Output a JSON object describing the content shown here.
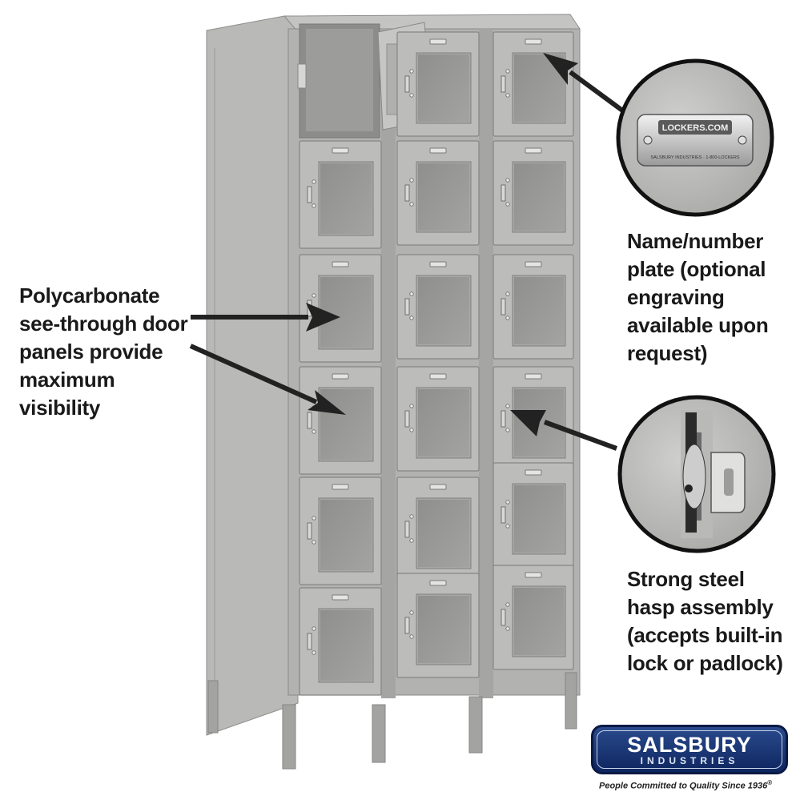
{
  "callouts": {
    "polycarbonate": [
      "Polycarbonate",
      "see-through door",
      "panels provide",
      "maximum",
      "visibility"
    ],
    "nameplate": [
      "Name/number",
      "plate (optional",
      "engraving",
      "available upon",
      "request)"
    ],
    "hasp": [
      "Strong steel",
      "hasp assembly",
      "(accepts built-in",
      "lock or padlock)"
    ]
  },
  "nameplate_detail": {
    "top_text": "LOCKERS.COM",
    "bottom_text": "SALSBURY INDUSTRIES · 1-800-LOCKERS"
  },
  "logo": {
    "name": "SALSBURY",
    "sub": "INDUSTRIES",
    "tagline": "People Committed to Quality Since 1936",
    "registered": "®"
  },
  "product": {
    "columns": 3,
    "tiers": 6,
    "color": "#a9a9a7"
  }
}
